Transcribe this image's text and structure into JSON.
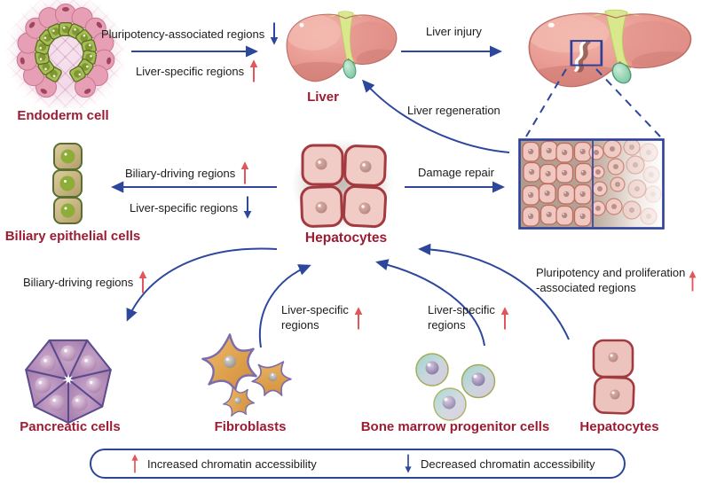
{
  "figure": {
    "type": "cell-fate and chromatin accessibility diagram"
  },
  "cells": {
    "endoderm": "Endoderm cell",
    "liver": "Liver",
    "biliary_epithelial": "Biliary epithelial cells",
    "hepatocytes": "Hepatocytes",
    "pancreatic": "Pancreatic cells",
    "fibroblasts": "Fibroblasts",
    "bone_marrow_progenitor": "Bone marrow progenitor cells",
    "hepatocytes_2": "Hepatocytes"
  },
  "annotations": {
    "pluripotency_assoc": "Pluripotency-associated regions",
    "liver_specific": "Liver-specific regions",
    "liver_injury": "Liver injury",
    "liver_regeneration": "Liver regeneration",
    "biliary_driving": "Biliary-driving regions",
    "liver_specific_2": "Liver-specific regions",
    "damage_repair": "Damage repair",
    "biliary_driving_2": "Biliary-driving regions",
    "liver_specific_line1": "Liver-specific",
    "liver_specific_line2": "regions",
    "pluripotency_prolif_line1": "Pluripotency and proliferation",
    "pluripotency_prolif_line2": "-associated regions"
  },
  "legend": {
    "increased": "Increased chromatin accessibility",
    "decreased": "Decreased chromatin accessibility"
  },
  "icons": {
    "increase": "red-up-arrow",
    "decrease": "blue-down-arrow"
  },
  "colors": {
    "label_red": "#9C1C33",
    "arrow_blue": "#2C479C",
    "arrow_red": "#E25558",
    "box_blue": "#2B3F9B"
  }
}
